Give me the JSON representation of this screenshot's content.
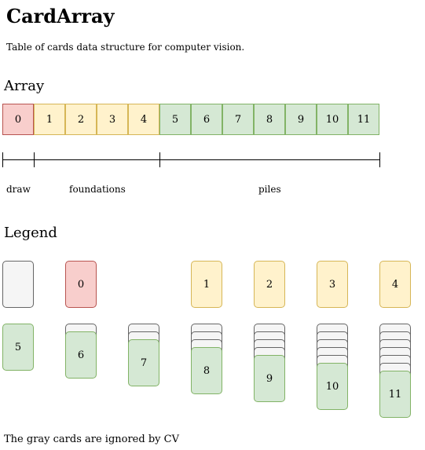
{
  "title": "CardArray",
  "subtitle": "Table of cards data structure for computer vision.",
  "array_heading": "Array",
  "array_cells": [
    "0",
    "1",
    "2",
    "3",
    "4",
    "5",
    "6",
    "7",
    "8",
    "9",
    "10",
    "11"
  ],
  "segments": {
    "draw": "draw",
    "foundations": "foundations",
    "piles": "piles"
  },
  "legend_heading": "Legend",
  "legend": {
    "gray_card": "",
    "draw_card": "0",
    "foundation_cards": [
      "1",
      "2",
      "3",
      "4"
    ],
    "pile_cards": [
      "5",
      "6",
      "7",
      "8",
      "9",
      "10",
      "11"
    ]
  },
  "footer": "The gray cards are ignored by CV",
  "colors": {
    "draw_fill": "#f8cecc",
    "draw_border": "#b85450",
    "foundation_fill": "#fff2cc",
    "foundation_border": "#d6b656",
    "pile_fill": "#d5e8d4",
    "pile_border": "#82b366",
    "ignored_fill": "#f5f5f5",
    "ignored_border": "#666666"
  }
}
